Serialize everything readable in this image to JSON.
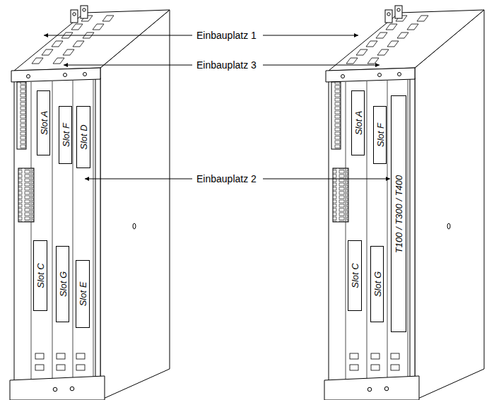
{
  "diagram": {
    "nodes": [
      {
        "text": [
          "Slot A"
        ]
      },
      {
        "text": [
          "Slot F"
        ]
      },
      {
        "text": [
          "Slot D"
        ]
      },
      {
        "text": [
          "Slot C"
        ]
      },
      {
        "text": [
          "Slot G"
        ]
      },
      {
        "text": [
          "Slot E"
        ]
      },
      {
        "text": [
          "Slot A"
        ]
      },
      {
        "text": [
          "Slot F"
        ]
      },
      {
        "text": [
          "T100 / T300 / T400"
        ]
      },
      {
        "text": [
          "Slot C"
        ]
      },
      {
        "text": [
          "Slot G"
        ]
      }
    ],
    "labels": [
      "Einbauplatz 1",
      "Einbauplatz 3",
      "Einbauplatz 2"
    ]
  }
}
